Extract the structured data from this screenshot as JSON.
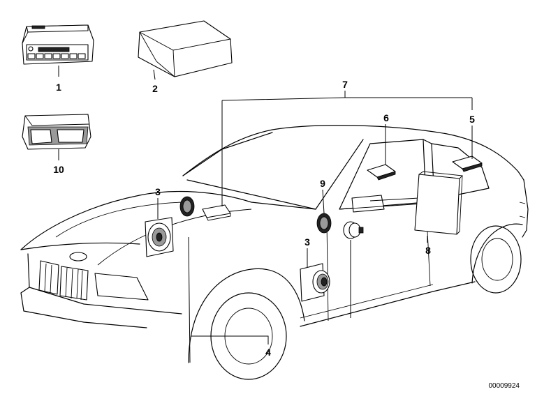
{
  "callouts": {
    "c1": "1",
    "c2": "2",
    "c3a": "3",
    "c3b": "3",
    "c4": "4",
    "c5": "5",
    "c6": "6",
    "c7": "7",
    "c8": "8",
    "c9": "9",
    "c10": "10"
  },
  "reference_number": "00009924"
}
